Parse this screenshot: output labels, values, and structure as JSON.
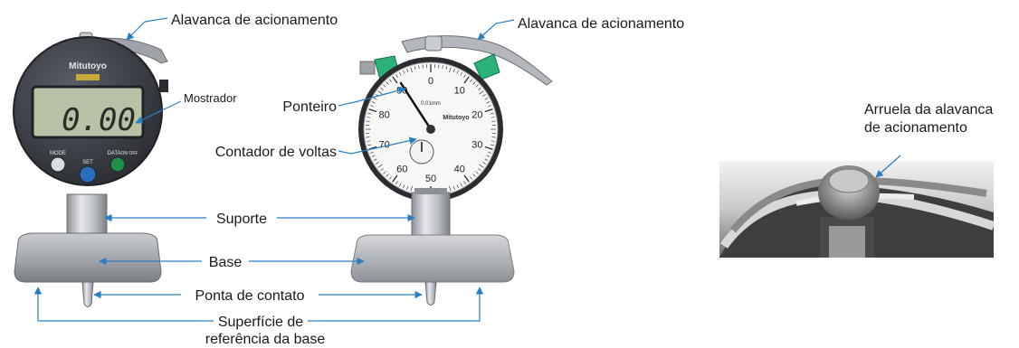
{
  "labels": {
    "lever_left": "Alavanca de acionamento",
    "lever_right": "Alavanca de acionamento",
    "display": "Mostrador",
    "pointer": "Ponteiro",
    "rev_counter": "Contador de voltas",
    "support": "Suporte",
    "base": "Base",
    "contact_tip": "Ponta de contato",
    "ref_surface_line1": "Superfície de",
    "ref_surface_line2": "referência da base",
    "washer_line1": "Arruela da alavanca",
    "washer_line2": "de acionamento"
  },
  "digital_gauge": {
    "brand": "Mitutoyo",
    "reading": "0.00",
    "buttons": [
      "MODE",
      "SET",
      "DATA"
    ],
    "on_off": "ON OFF"
  },
  "dial_gauge": {
    "brand": "Mitutoyo",
    "scale_numbers": [
      "0",
      "10",
      "20",
      "30",
      "40",
      "50",
      "60",
      "70",
      "80",
      "90"
    ],
    "resolution": "0.01mm"
  },
  "colors": {
    "arrow": "#2a7fc4",
    "gauge_body": "#3a3d45",
    "lcd": "#b9c2a6",
    "green_button": "#1d8f4a",
    "blue_button": "#2a6db8",
    "green_clip": "#2ab27a",
    "steel": "#b8bcc2"
  }
}
